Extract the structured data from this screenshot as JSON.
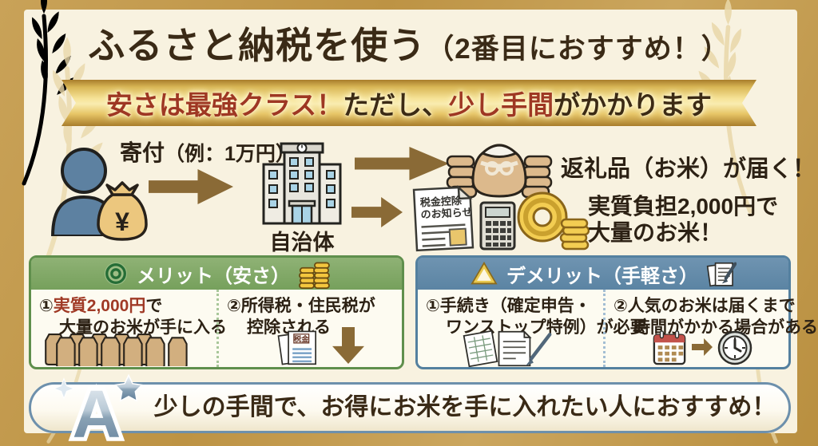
{
  "colors": {
    "frame_gold": "#c39850",
    "panel_cream": "#f8f2e0",
    "title_brown": "#3a2a16",
    "accent_red": "#9e3723",
    "arrow_brown": "#8a6a36",
    "merit_green": "#5f8f4c",
    "demerit_blue": "#54809f",
    "coin_gold": "#f3cd52"
  },
  "header": {
    "title": "ふるさと納税を使う",
    "title_suffix": "（2番目におすすめ！）",
    "banner": {
      "seg1": "安さは最強クラス！",
      "seg2": "ただし、",
      "seg3": "少し手間",
      "seg4": "がかかります"
    }
  },
  "flow": {
    "donation_label": "寄付",
    "donation_note": "（例：1万円）",
    "money_symbol": "¥",
    "municipality_label": "自治体",
    "reward_label": "返礼品（お米）が届く！",
    "tax_notice_line1": "税金控除",
    "tax_notice_line2": "のお知らせ",
    "cost_line1": "実質負担2,000円で",
    "cost_line2": "大量のお米！"
  },
  "merit": {
    "title": "メリット（安さ）",
    "items": [
      {
        "num": "①",
        "red": "実質2,000円",
        "post": "で",
        "line2": "大量のお米が手に入る"
      },
      {
        "num": "②",
        "line1": "所得税・住民税が",
        "line2": "控除される",
        "doc_label": "税金"
      }
    ]
  },
  "demerit": {
    "title": "デメリット（手軽さ）",
    "items": [
      {
        "num": "①",
        "line1": "手続き（確定申告・",
        "line2": "ワンストップ特例）が必要"
      },
      {
        "num": "②",
        "line1": "人気のお米は届くまで",
        "line2": "時間がかかる場合がある"
      }
    ]
  },
  "footer": {
    "grade": "A",
    "text": "少しの手間で、お得にお米を手に入れたい人におすすめ！"
  }
}
